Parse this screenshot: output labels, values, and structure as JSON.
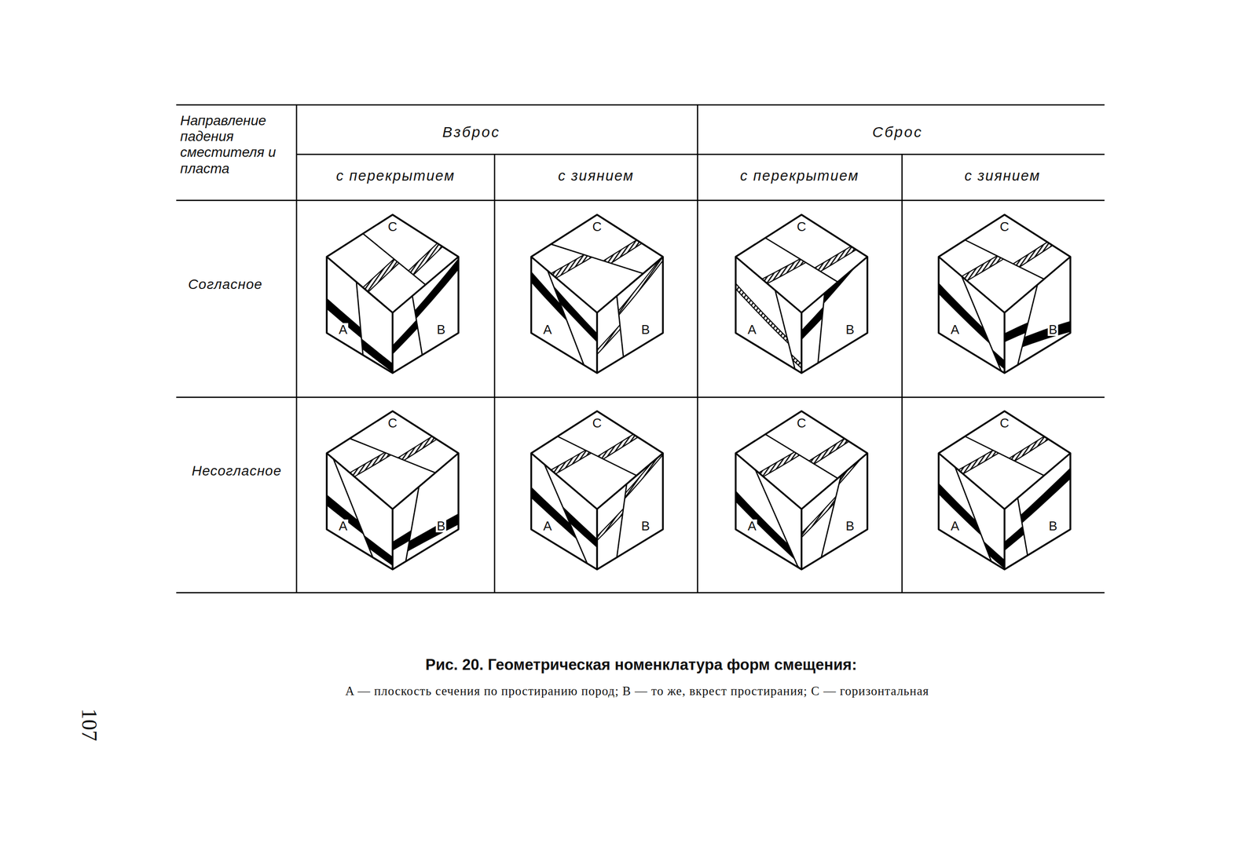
{
  "diagram": {
    "caption": "Рис. 20. Геометрическая номенклатура форм смещения:",
    "labels": [
      "Направление падения сместителя и пласта",
      "Взброс",
      "Сброс",
      "с перекрытием",
      "с зиянием",
      "с перекрытием",
      "с зиянием",
      "Согласное",
      "Несогласное",
      "C",
      "A",
      "B",
      "C",
      "A",
      "B",
      "C",
      "A",
      "B",
      "C",
      "A",
      "B",
      "C",
      "A",
      "B",
      "C",
      "A",
      "B",
      "C",
      "A",
      "B",
      "C",
      "A",
      "B",
      "A — плоскость сечения по простиранию пород; B — то же, вкрест простирания; C — горизонтальная",
      "107"
    ]
  }
}
